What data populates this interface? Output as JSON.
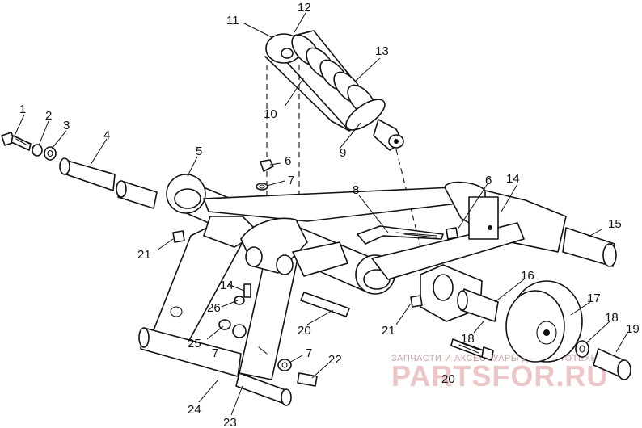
{
  "diagram": {
    "callouts": [
      {
        "id": "c1",
        "text": "1"
      },
      {
        "id": "c2",
        "text": "2"
      },
      {
        "id": "c3",
        "text": "3"
      },
      {
        "id": "c4",
        "text": "4"
      },
      {
        "id": "c5",
        "text": "5"
      },
      {
        "id": "c6a",
        "text": "6"
      },
      {
        "id": "c6b",
        "text": "6"
      },
      {
        "id": "c7a",
        "text": "7"
      },
      {
        "id": "c7b",
        "text": "7"
      },
      {
        "id": "c7c",
        "text": "7"
      },
      {
        "id": "c8",
        "text": "8"
      },
      {
        "id": "c9",
        "text": "9"
      },
      {
        "id": "c10",
        "text": "10"
      },
      {
        "id": "c11",
        "text": "11"
      },
      {
        "id": "c12",
        "text": "12"
      },
      {
        "id": "c13",
        "text": "13"
      },
      {
        "id": "c14a",
        "text": "14"
      },
      {
        "id": "c14b",
        "text": "14"
      },
      {
        "id": "c15",
        "text": "15"
      },
      {
        "id": "c16",
        "text": "16"
      },
      {
        "id": "c17",
        "text": "17"
      },
      {
        "id": "c18a",
        "text": "18"
      },
      {
        "id": "c18b",
        "text": "18"
      },
      {
        "id": "c19",
        "text": "19"
      },
      {
        "id": "c20a",
        "text": "20"
      },
      {
        "id": "c20b",
        "text": "20"
      },
      {
        "id": "c21a",
        "text": "21"
      },
      {
        "id": "c21b",
        "text": "21"
      },
      {
        "id": "c22",
        "text": "22"
      },
      {
        "id": "c23",
        "text": "23"
      },
      {
        "id": "c24",
        "text": "24"
      },
      {
        "id": "c25",
        "text": "25"
      },
      {
        "id": "c26",
        "text": "26"
      }
    ]
  },
  "watermark": {
    "tagline": "ЗАПЧАСТИ И АКСЕССУАРЫ ДЛЯ МОТОТЕХНИКИ",
    "brand": "PARTSFOR.RU",
    "color": "#e8b9b9"
  }
}
